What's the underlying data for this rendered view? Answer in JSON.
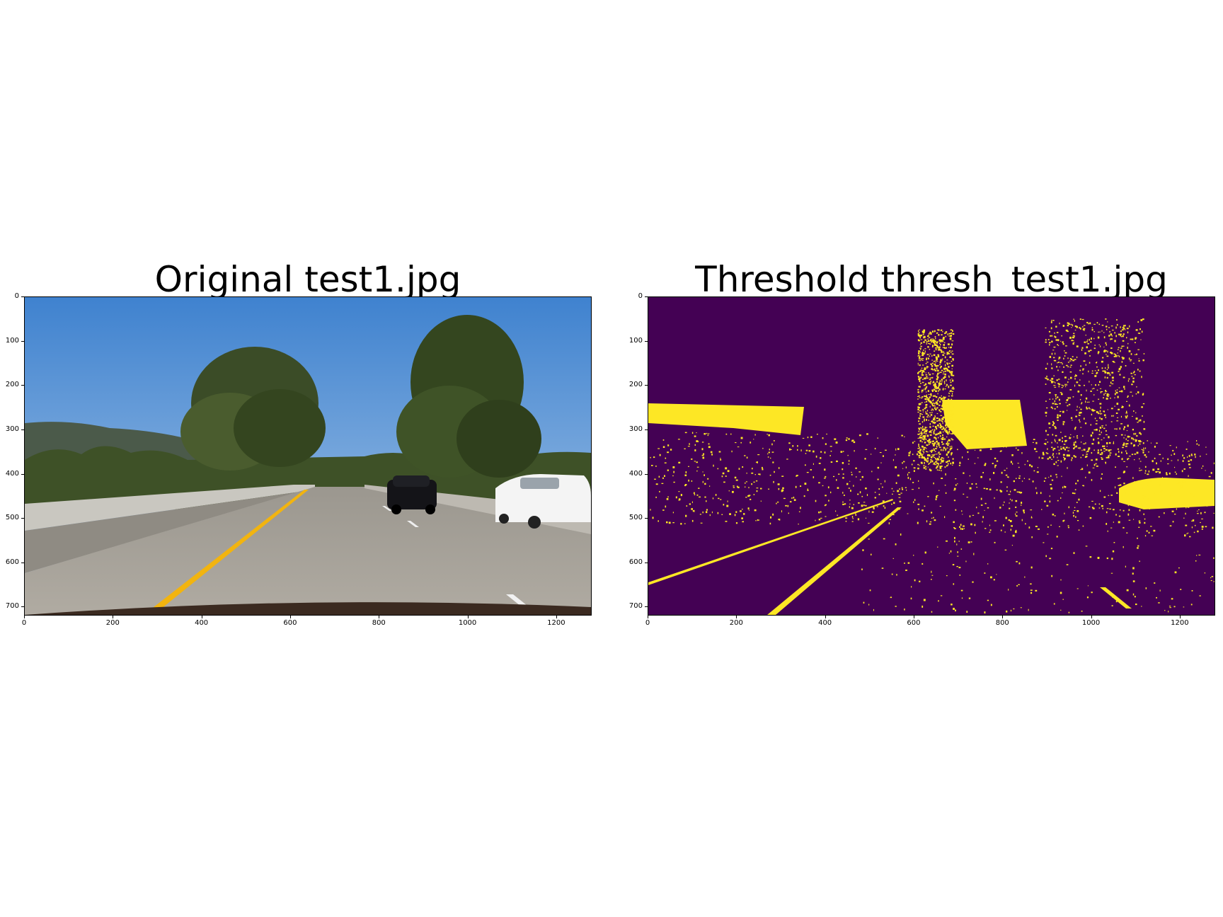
{
  "figure": {
    "panels": [
      {
        "id": "left",
        "title": "Original test1.jpg",
        "image_desc": "road-scene",
        "xticks": [
          "0",
          "200",
          "400",
          "600",
          "800",
          "1000",
          "1200"
        ],
        "yticks": [
          "0",
          "100",
          "200",
          "300",
          "400",
          "500",
          "600",
          "700"
        ],
        "xtick_values": [
          0,
          200,
          400,
          600,
          800,
          1000,
          1200
        ],
        "ytick_values": [
          0,
          100,
          200,
          300,
          400,
          500,
          600,
          700
        ],
        "xlim": [
          0,
          1280
        ],
        "ylim": [
          720,
          0
        ]
      },
      {
        "id": "right",
        "title": "Threshold thresh_test1.jpg",
        "image_desc": "binary-threshold",
        "xticks": [
          "0",
          "200",
          "400",
          "600",
          "800",
          "1000",
          "1200"
        ],
        "yticks": [
          "0",
          "100",
          "200",
          "300",
          "400",
          "500",
          "600",
          "700"
        ],
        "xtick_values": [
          0,
          200,
          400,
          600,
          800,
          1000,
          1200
        ],
        "ytick_values": [
          0,
          100,
          200,
          300,
          400,
          500,
          600,
          700
        ],
        "xlim": [
          0,
          1280
        ],
        "ylim": [
          720,
          0
        ]
      }
    ],
    "colors": {
      "sky": "#4f8fd0",
      "road": "#a9a49c",
      "tree": "#3d4f2a",
      "lane_yellow": "#f2b40f",
      "threshold_bg": "#440154",
      "threshold_fg": "#fde725"
    }
  }
}
